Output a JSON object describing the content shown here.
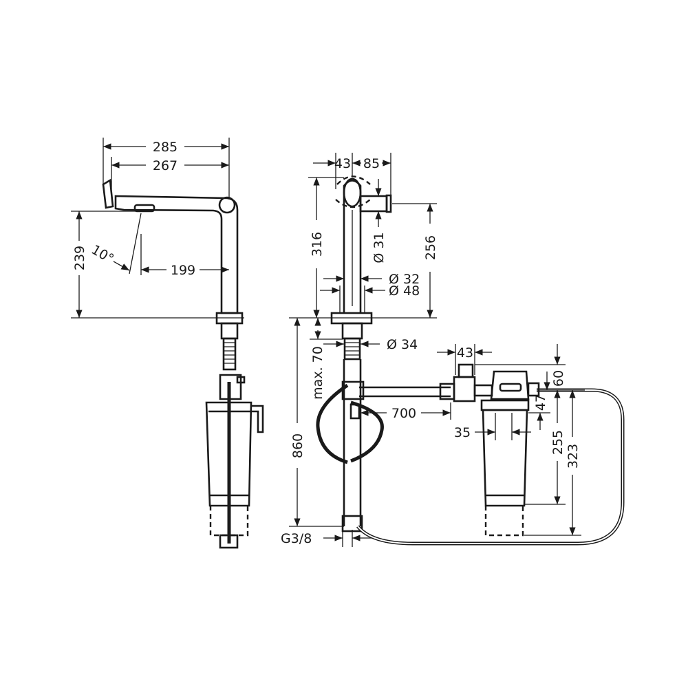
{
  "side_view": {
    "dim_285": "285",
    "dim_267": "267",
    "dim_239": "239",
    "angle_10": "10°",
    "dim_199": "199"
  },
  "front_view": {
    "dim_43_top": "43",
    "dim_85": "85",
    "dim_316": "316",
    "dia_31": "Ø 31",
    "dim_256": "256",
    "dia_32": "Ø 32",
    "dia_48": "Ø 48",
    "dia_34": "Ø 34",
    "max_70": "max. 70",
    "dim_860": "860",
    "thread_g38": "G3/8"
  },
  "filter_unit": {
    "dim_43": "43",
    "dim_60": "60",
    "dim_700": "700",
    "dim_47": "47",
    "dim_35": "35",
    "dim_255": "255",
    "dim_323": "323"
  }
}
